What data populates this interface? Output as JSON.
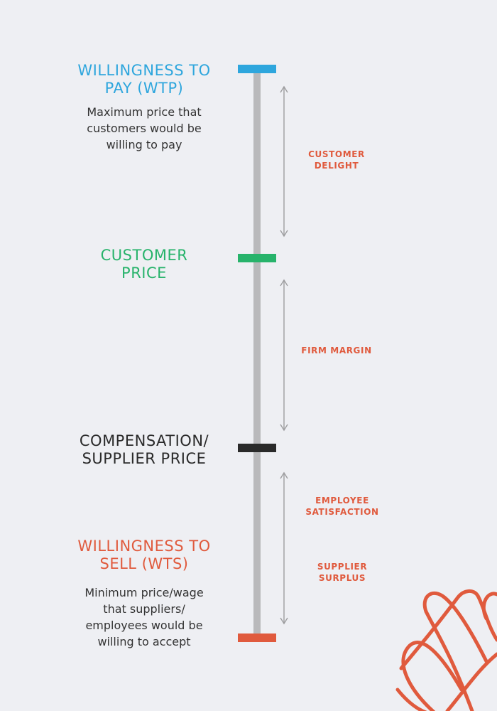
{
  "levels": {
    "wtp": {
      "title": [
        "WILLINGNESS TO",
        "PAY (WTP)"
      ],
      "description": [
        "Maximum price that",
        "customers would be",
        "willing to pay"
      ],
      "color": "#2ea6dd"
    },
    "customer_price": {
      "title": [
        "CUSTOMER",
        "PRICE"
      ],
      "color": "#27b36b"
    },
    "compensation": {
      "title": [
        "COMPENSATION/",
        "SUPPLIER PRICE"
      ],
      "color": "#2a2a2a"
    },
    "wts": {
      "title": [
        "WILLINGNESS TO",
        "SELL (WTS)"
      ],
      "description": [
        "Minimum price/wage",
        "that suppliers/",
        "employees would be",
        "willing to accept"
      ],
      "color": "#e05a3d"
    }
  },
  "segments": {
    "customer_delight": [
      "CUSTOMER",
      "DELIGHT"
    ],
    "firm_margin": [
      "FIRM MARGIN"
    ],
    "employee_satisfaction": [
      "EMPLOYEE",
      "SATISFACTION"
    ],
    "supplier_surplus": [
      "SUPPLIER",
      "SURPLUS"
    ],
    "color": "#e05a3d"
  },
  "axis_color": "#b9b9bb"
}
